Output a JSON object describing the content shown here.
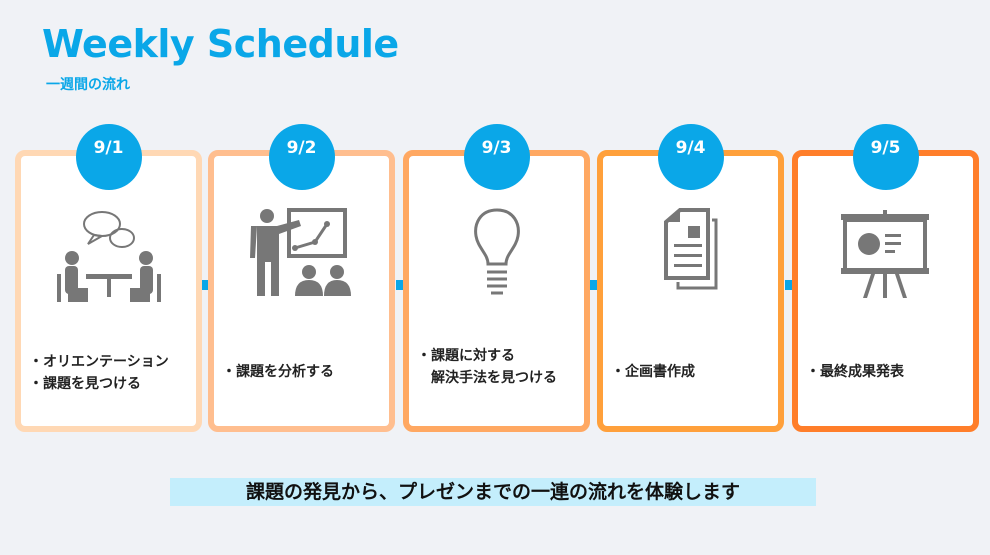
{
  "header": {
    "title": "Weekly Schedule",
    "subtitle": "一週間の流れ"
  },
  "days": [
    {
      "date": "9/1",
      "icon": "meeting-icon",
      "items": [
        "・オリエンテーション",
        "・課題を見つける"
      ],
      "border": "#ffd8b4"
    },
    {
      "date": "9/2",
      "icon": "presentation-teacher-icon",
      "items": [
        "・課題を分析する"
      ],
      "border": "#ffbe8f"
    },
    {
      "date": "9/3",
      "icon": "lightbulb-icon",
      "items": [
        "・課題に対する",
        "　解決手法を見つける"
      ],
      "border": "#ffa862"
    },
    {
      "date": "9/4",
      "icon": "document-icon",
      "items": [
        "・企画書作成"
      ],
      "border": "#ffa03b"
    },
    {
      "date": "9/5",
      "icon": "projector-screen-icon",
      "items": [
        "・最終成果発表"
      ],
      "border": "#ff7e2a"
    }
  ],
  "footer": {
    "message": "課題の発見から、プレゼンまでの一連の流れを体験します"
  },
  "colors": {
    "accent": "#0aa7e8",
    "icon": "#777777"
  }
}
